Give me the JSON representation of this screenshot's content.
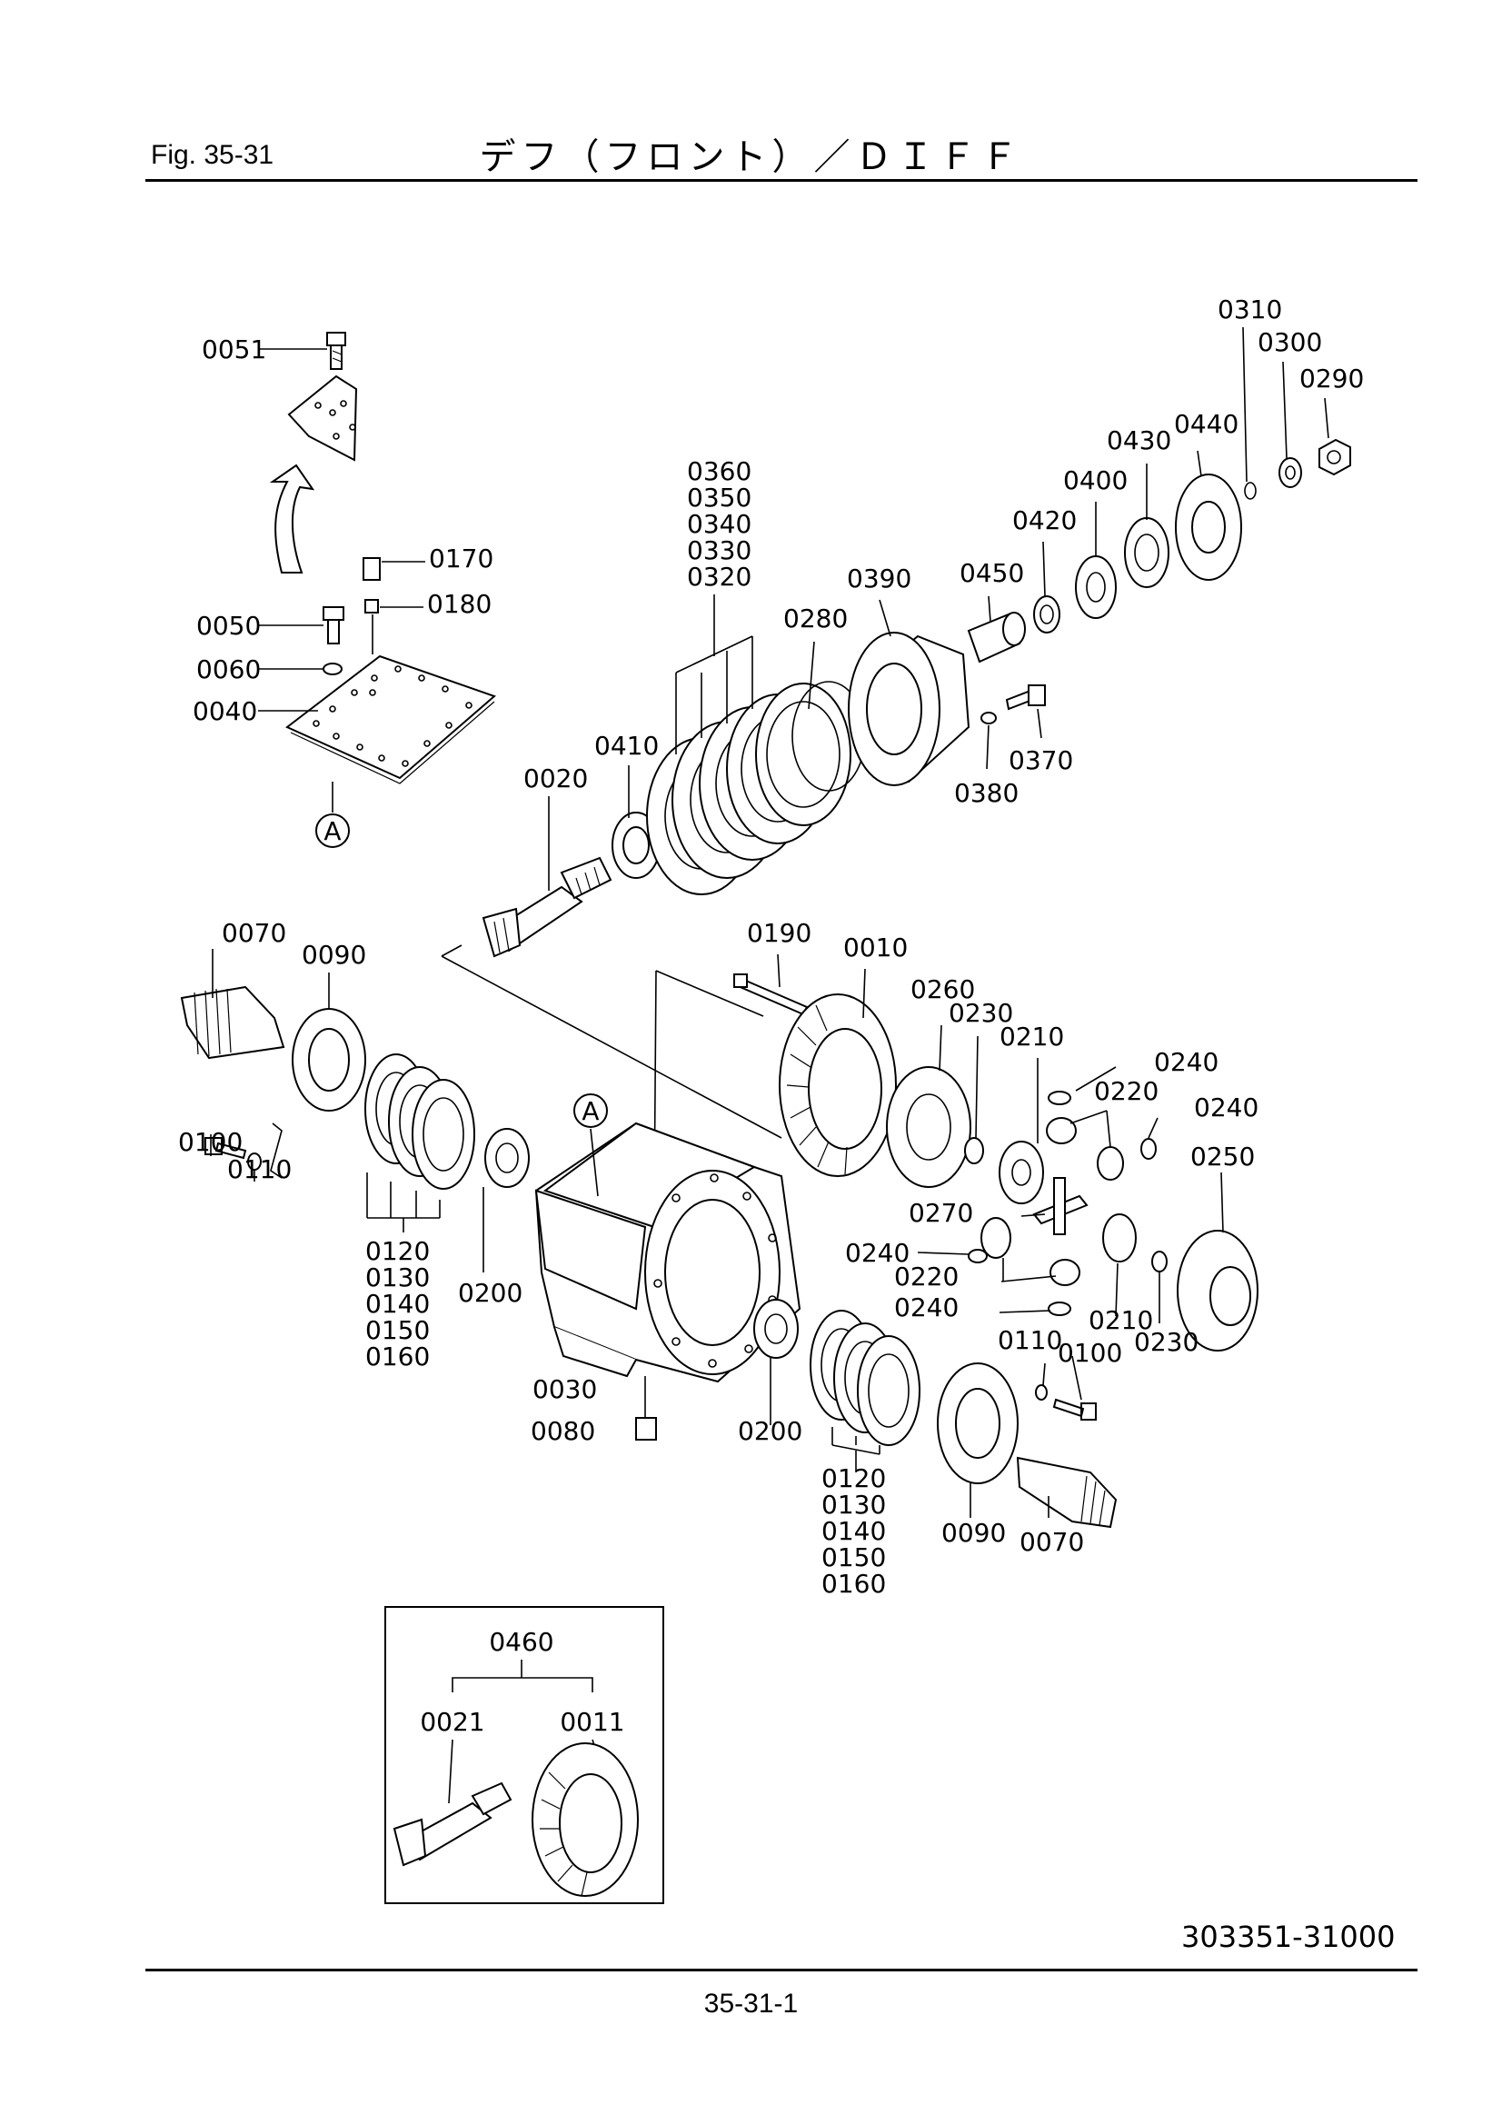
{
  "header": {
    "figure": "Fig.  35-31",
    "title": "デフ（フロント）／ＤＩＦＦ"
  },
  "detail_markers": [
    "A",
    "A"
  ],
  "inset": {
    "group_label": "0460",
    "left_label": "0021",
    "right_label": "0011"
  },
  "labels": {
    "p0051": "0051",
    "p0170": "0170",
    "p0180": "0180",
    "p0050": "0050",
    "p0060": "0060",
    "p0040": "0040",
    "p0360": "0360",
    "p0350": "0350",
    "p0340": "0340",
    "p0330": "0330",
    "p0320": "0320",
    "p0280": "0280",
    "p0390": "0390",
    "p0450": "0450",
    "p0420": "0420",
    "p0400": "0400",
    "p0430": "0430",
    "p0440": "0440",
    "p0310": "0310",
    "p0300": "0300",
    "p0290": "0290",
    "p0410": "0410",
    "p0020": "0020",
    "p0370": "0370",
    "p0380": "0380",
    "p0070a": "0070",
    "p0090a": "0090",
    "p0190": "0190",
    "p0010": "0010",
    "p0260": "0260",
    "p0230a": "0230",
    "p0210a": "0210",
    "p0240a": "0240",
    "p0220a": "0220",
    "p0240b": "0240",
    "p0250": "0250",
    "p0100a": "0100",
    "p0110a": "0110",
    "p0120a": "0120",
    "p0130a": "0130",
    "p0140a": "0140",
    "p0150a": "0150",
    "p0160a": "0160",
    "p0200a": "0200",
    "p0270": "0270",
    "p0240c": "0240",
    "p0220b": "0220",
    "p0240d": "0240",
    "p0210b": "0210",
    "p0230b": "0230",
    "p0110b": "0110",
    "p0100b": "0100",
    "p0030": "0030",
    "p0080": "0080",
    "p0200b": "0200",
    "p0120b": "0120",
    "p0130b": "0130",
    "p0140b": "0140",
    "p0150b": "0150",
    "p0160b": "0160",
    "p0090b": "0090",
    "p0070b": "0070"
  },
  "drawing_code": "303351-31000",
  "page_number": "35-31-1"
}
